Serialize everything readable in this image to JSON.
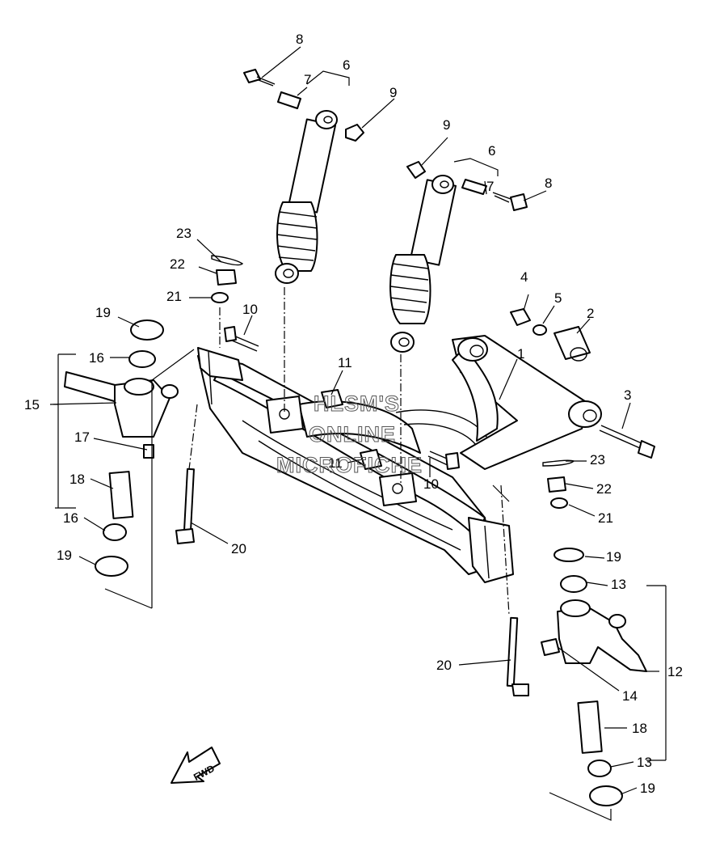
{
  "watermark": {
    "line1": "HLSM'S",
    "line2": "ONLINE",
    "line3": "MICROFICHE"
  },
  "fwd_label": "FWD",
  "callouts": [
    {
      "id": "c1",
      "label": "1"
    },
    {
      "id": "c2",
      "label": "2"
    },
    {
      "id": "c3",
      "label": "3"
    },
    {
      "id": "c4",
      "label": "4"
    },
    {
      "id": "c5",
      "label": "5"
    },
    {
      "id": "c6a",
      "label": "6"
    },
    {
      "id": "c6b",
      "label": "6"
    },
    {
      "id": "c7a",
      "label": "7"
    },
    {
      "id": "c7b",
      "label": "7"
    },
    {
      "id": "c8a",
      "label": "8"
    },
    {
      "id": "c8b",
      "label": "8"
    },
    {
      "id": "c9a",
      "label": "9"
    },
    {
      "id": "c9b",
      "label": "9"
    },
    {
      "id": "c10a",
      "label": "10"
    },
    {
      "id": "c10b",
      "label": "10"
    },
    {
      "id": "c11a",
      "label": "11"
    },
    {
      "id": "c11b",
      "label": "11"
    },
    {
      "id": "c12",
      "label": "12"
    },
    {
      "id": "c13a",
      "label": "13"
    },
    {
      "id": "c13b",
      "label": "13"
    },
    {
      "id": "c14",
      "label": "14"
    },
    {
      "id": "c15",
      "label": "15"
    },
    {
      "id": "c16a",
      "label": "16"
    },
    {
      "id": "c16b",
      "label": "16"
    },
    {
      "id": "c17",
      "label": "17"
    },
    {
      "id": "c18a",
      "label": "18"
    },
    {
      "id": "c18b",
      "label": "18"
    },
    {
      "id": "c19a",
      "label": "19"
    },
    {
      "id": "c19b",
      "label": "19"
    },
    {
      "id": "c19c",
      "label": "19"
    },
    {
      "id": "c19d",
      "label": "19"
    },
    {
      "id": "c20a",
      "label": "20"
    },
    {
      "id": "c20b",
      "label": "20"
    },
    {
      "id": "c21a",
      "label": "21"
    },
    {
      "id": "c21b",
      "label": "21"
    },
    {
      "id": "c22a",
      "label": "22"
    },
    {
      "id": "c22b",
      "label": "22"
    },
    {
      "id": "c23a",
      "label": "23"
    },
    {
      "id": "c23b",
      "label": "23"
    }
  ]
}
